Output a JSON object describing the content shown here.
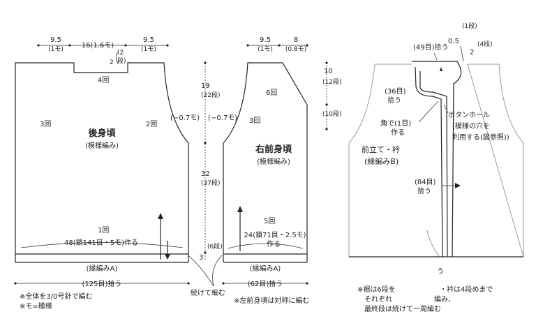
{
  "back": {
    "dim_left": "9.5",
    "dim_left_sub": "(1モ)",
    "dim_center": "16(1.6モ)",
    "dim_right": "9.5",
    "dim_right_sub": "(1モ)",
    "neck_rows_a": "2",
    "neck_rows_b": "(2",
    "neck_rows_c": "段)",
    "rep_neck": "4回",
    "rep_left": "3回",
    "rep_right": "2回",
    "title": "後身頃",
    "pattern": "(模様編み)",
    "rep_bottom": "1回",
    "bottom_note": "48(鎖141目・5モ)作る",
    "border": "(縁編みA)",
    "pickup": "(125目)拾う"
  },
  "center": {
    "h1": "19",
    "h1_rows": "(22段)",
    "h2": "32",
    "h2_rows": "(37段)",
    "h3": "3",
    "h3_rows": "(6段)",
    "minus_left": "(−0.7モ)",
    "minus_right": "(−0.7モ)",
    "continue": "続けて編む"
  },
  "front": {
    "dim_left": "9.5",
    "dim_left_sub": "(1モ)",
    "dim_right": "8",
    "dim_right_sub": "(0.8モ)",
    "rep_top": "6回",
    "rep_left": "3回",
    "title": "右前身頃",
    "pattern": "(模様編み)",
    "rep_bottom": "5回",
    "bottom_note": "24(鎖71目・2.5モ)",
    "bottom_note2": "作る",
    "border": "(縁編みA)",
    "pickup": "(62目)拾う",
    "right_h1": "10",
    "right_h1_rows": "(12段)",
    "right_h2": "(10段)"
  },
  "band": {
    "pickup_top": "(49目)拾う",
    "top_rows": "0.5",
    "top_rows_b": "(1段)",
    "side_a": "2",
    "side_b": "(4段)",
    "pickup_mid": "(36目)",
    "pickup_mid2": "拾う",
    "corner_a": "角で(1目)",
    "corner_b": "作る",
    "button_a": "ボタンホール",
    "button_b": "(模様の穴を",
    "button_c": "利用する(図参照))",
    "title_a": "前立て・衿",
    "title_b": "(縁編みB)",
    "pickup_low": "(84目)",
    "pickup_low2": "拾う",
    "mark": "う"
  },
  "notes": {
    "left_1": "※全体を3/0号針で編む",
    "left_2": "※モ=模様",
    "center_1": "※左前身頃は対称に編む",
    "right_1": "※裾は6段を",
    "right_1b": "・衿は4段めまで",
    "right_2": "それぞれ",
    "right_2b": "編み、",
    "right_3": "最終段は続けて一周編む"
  }
}
